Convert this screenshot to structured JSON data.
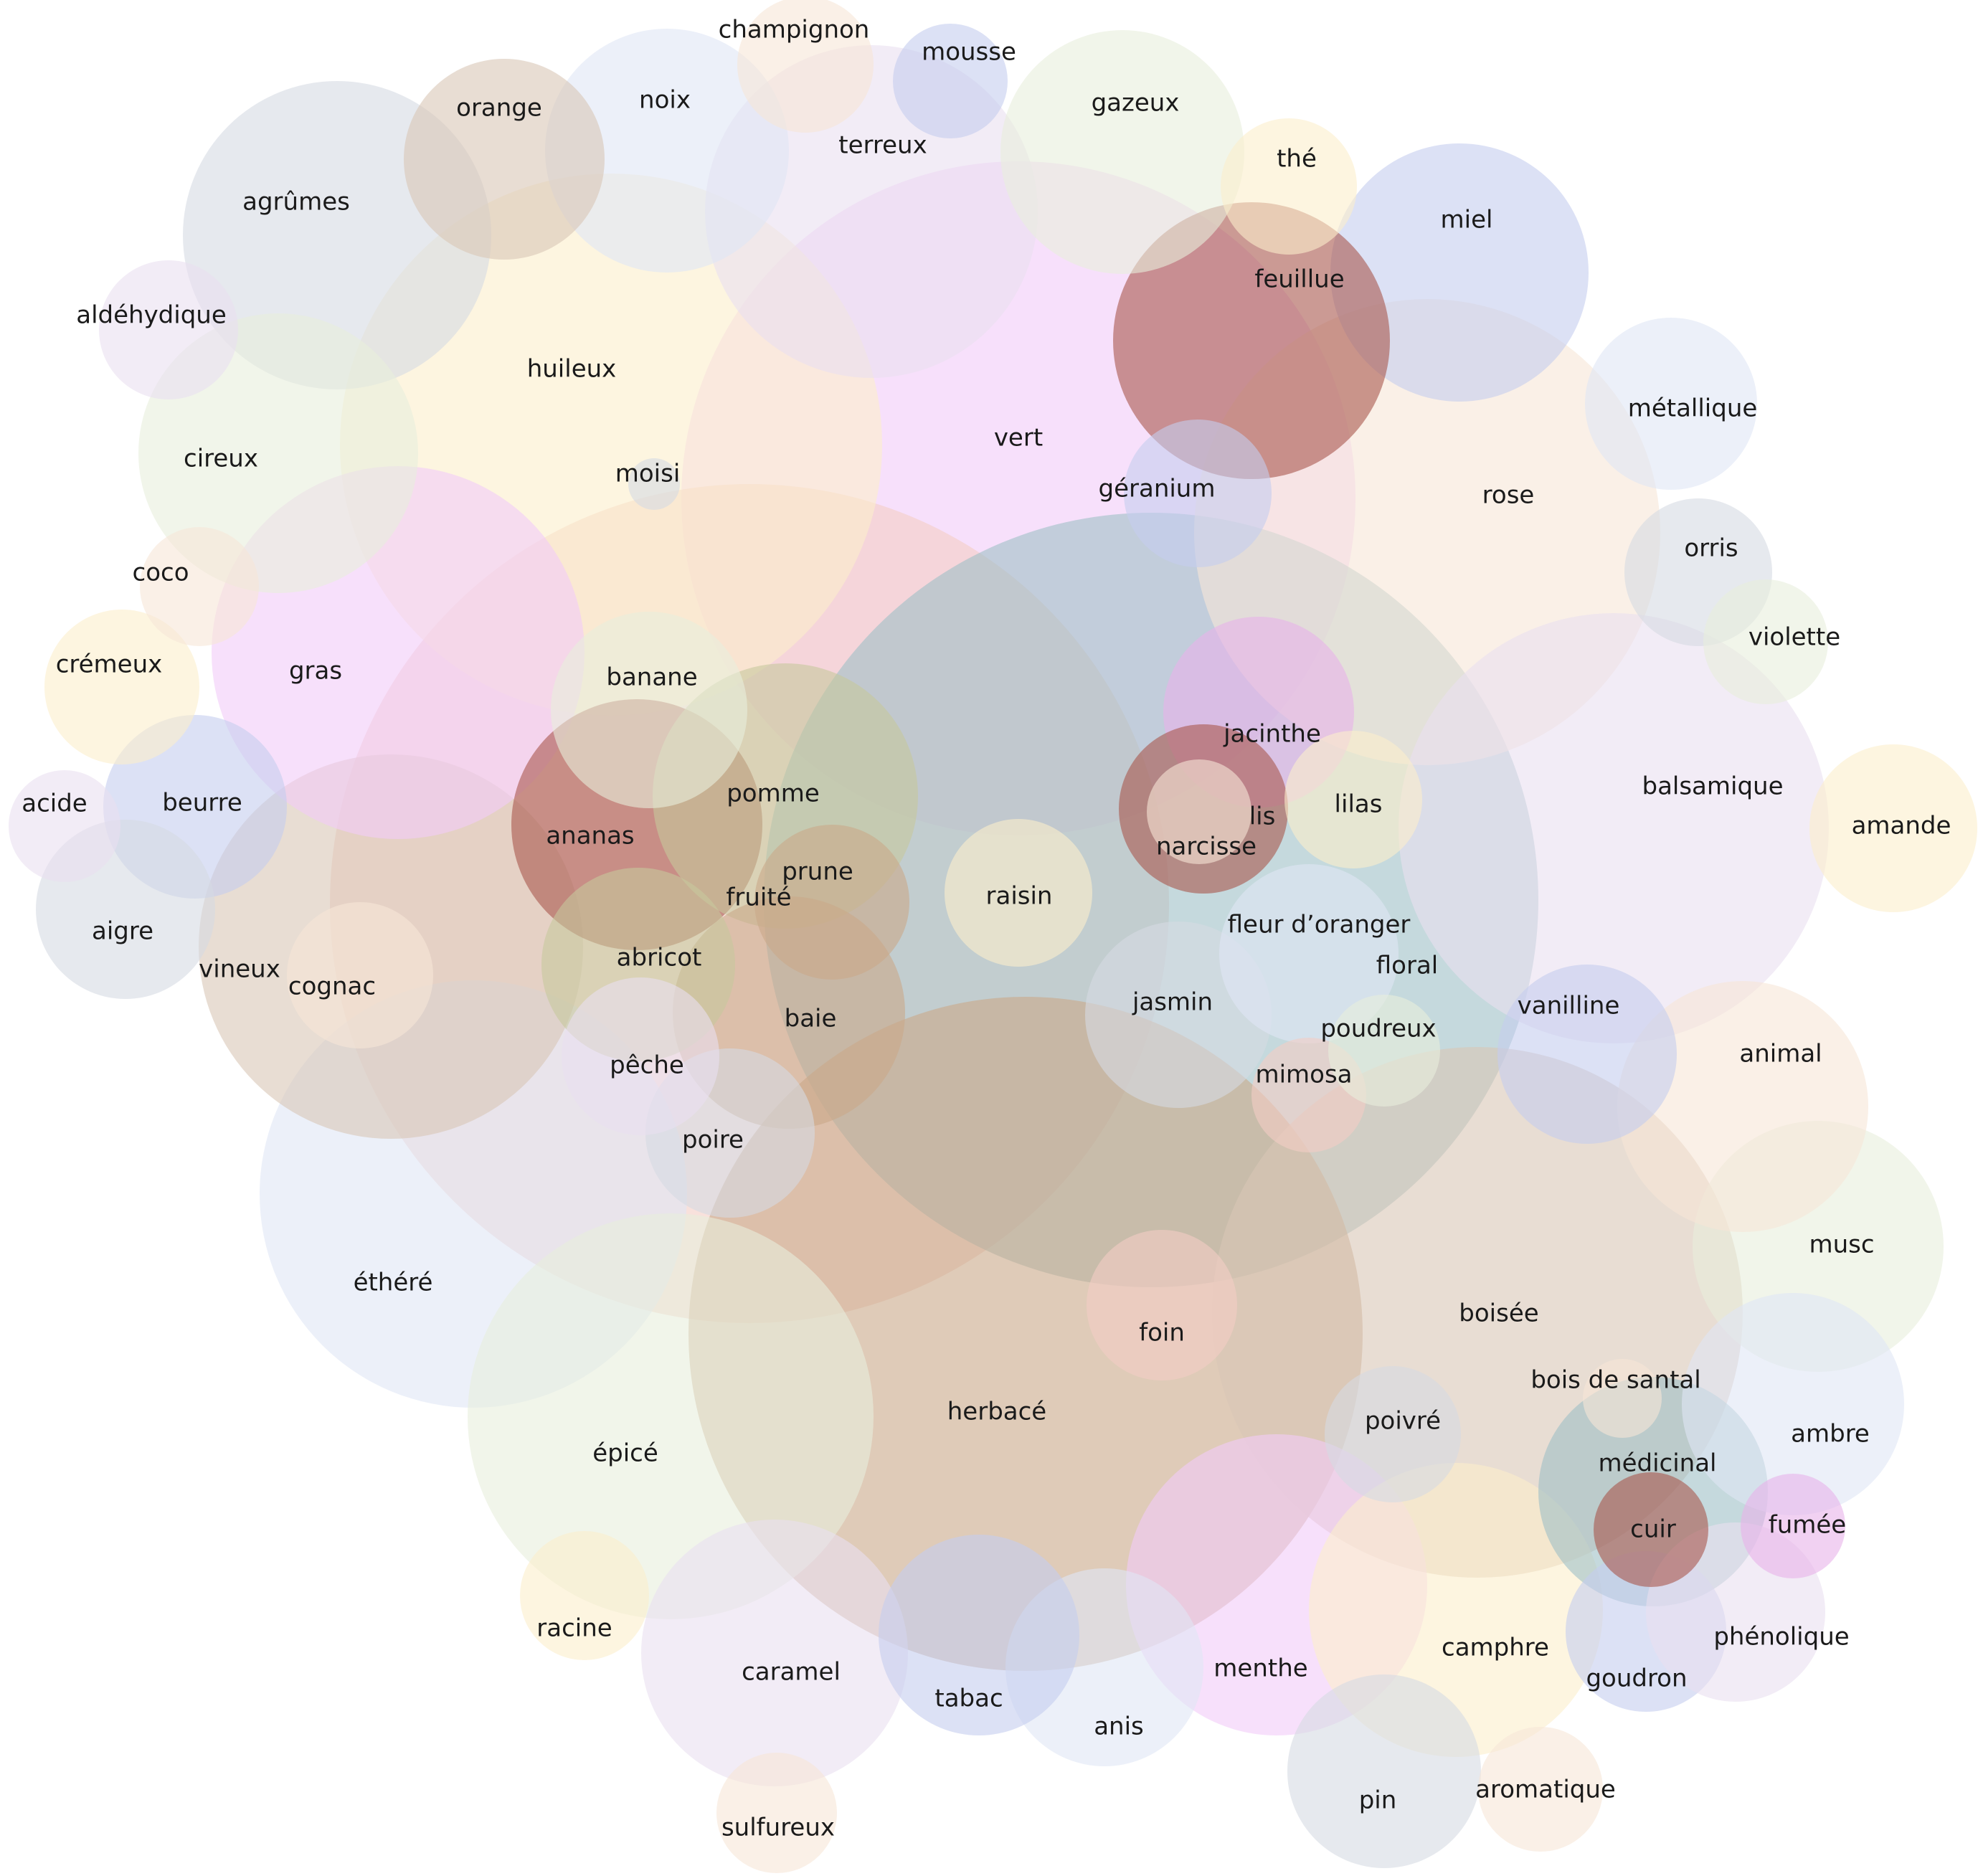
{
  "diagram": {
    "type": "bubble-cloud",
    "palette": {
      "pink": "#f2ccf9",
      "yellow": "#fbeecc",
      "sand": "#f6e6d7",
      "green": "#e7eedc",
      "blue": "#dfe6f5",
      "lavender": "#e9dff0",
      "grey": "#d6dbe3",
      "periwinkle": "#c5cdee",
      "salmon": "#f4cdc5",
      "taupe": "#d9c7b5",
      "brown": "#c9a889",
      "olive": "#c7c89c",
      "teal": "#9fbfc6",
      "rust": "#a8564c",
      "magenta": "#e7b3e9"
    },
    "bubbles": [
      {
        "label": "vert",
        "value": 0.17,
        "color": "pink"
      },
      {
        "label": "fruité",
        "value": 0.19,
        "color": "salmon"
      },
      {
        "label": "floral",
        "value": 0.18,
        "color": "teal"
      },
      {
        "label": "herbacé",
        "value": 0.17,
        "color": "brown"
      },
      {
        "label": "huileux",
        "value": 0.14,
        "color": "yellow"
      },
      {
        "label": "boisée",
        "value": 0.134,
        "color": "taupe"
      },
      {
        "label": "rose",
        "value": 0.12,
        "color": "sand"
      },
      {
        "label": "éthéré",
        "value": 0.108,
        "color": "blue"
      },
      {
        "label": "épicé",
        "value": 0.105,
        "color": "green"
      },
      {
        "label": "vineux",
        "value": 0.1,
        "color": "taupe"
      },
      {
        "label": "balsamique",
        "value": 0.11,
        "color": "lavender"
      },
      {
        "label": "terreux",
        "value": 0.085,
        "color": "lavender"
      },
      {
        "label": "agrûmes",
        "value": 0.08,
        "color": "grey"
      },
      {
        "label": "gras",
        "value": 0.095,
        "color": "pink"
      },
      {
        "label": "menthe",
        "value": 0.077,
        "color": "pink"
      },
      {
        "label": "camphre",
        "value": 0.075,
        "color": "yellow"
      },
      {
        "label": "cireux",
        "value": 0.072,
        "color": "green"
      },
      {
        "label": "caramel",
        "value": 0.068,
        "color": "lavender"
      },
      {
        "label": "miel",
        "value": 0.068,
        "color": "periwinkle"
      },
      {
        "label": "feuillue",
        "value": 0.07,
        "color": "rust"
      },
      {
        "label": "gazeux",
        "value": 0.062,
        "color": "green"
      },
      {
        "label": "musc",
        "value": 0.065,
        "color": "green"
      },
      {
        "label": "animal",
        "value": 0.065,
        "color": "sand"
      },
      {
        "label": "ananas",
        "value": 0.065,
        "color": "rust"
      },
      {
        "label": "pomme",
        "value": 0.07,
        "color": "olive"
      },
      {
        "label": "noix",
        "value": 0.062,
        "color": "blue"
      },
      {
        "label": "baie",
        "value": 0.06,
        "color": "brown"
      },
      {
        "label": "médicinal",
        "value": 0.058,
        "color": "teal"
      },
      {
        "label": "ambre",
        "value": 0.058,
        "color": "blue"
      },
      {
        "label": "anis",
        "value": 0.05,
        "color": "blue"
      },
      {
        "label": "tabac",
        "value": 0.05,
        "color": "periwinkle"
      },
      {
        "label": "pin",
        "value": 0.05,
        "color": "grey"
      },
      {
        "label": "jacinthe",
        "value": 0.05,
        "color": "magenta"
      },
      {
        "label": "orange",
        "value": 0.05,
        "color": "taupe"
      },
      {
        "label": "banane",
        "value": 0.05,
        "color": "green"
      },
      {
        "label": "abricot",
        "value": 0.05,
        "color": "olive"
      },
      {
        "label": "jasmin",
        "value": 0.048,
        "color": "grey"
      },
      {
        "label": "fleur d’oranger",
        "value": 0.047,
        "color": "blue"
      },
      {
        "label": "beurre",
        "value": 0.047,
        "color": "periwinkle"
      },
      {
        "label": "aigre",
        "value": 0.046,
        "color": "grey"
      },
      {
        "label": "narcisse",
        "value": 0.044,
        "color": "rust"
      },
      {
        "label": "poire",
        "value": 0.043,
        "color": "grey"
      },
      {
        "label": "pêche",
        "value": 0.04,
        "color": "lavender"
      },
      {
        "label": "vanilline",
        "value": 0.046,
        "color": "periwinkle"
      },
      {
        "label": "métallique",
        "value": 0.043,
        "color": "blue"
      },
      {
        "label": "crémeux",
        "value": 0.048,
        "color": "yellow"
      },
      {
        "label": "goudron",
        "value": 0.042,
        "color": "periwinkle"
      },
      {
        "label": "phénolique",
        "value": 0.045,
        "color": "lavender"
      },
      {
        "label": "amande",
        "value": 0.044,
        "color": "yellow"
      },
      {
        "label": "géranium",
        "value": 0.039,
        "color": "periwinkle"
      },
      {
        "label": "prune",
        "value": 0.04,
        "color": "brown"
      },
      {
        "label": "raisin",
        "value": 0.038,
        "color": "yellow"
      },
      {
        "label": "foin",
        "value": 0.042,
        "color": "salmon"
      },
      {
        "label": "orris",
        "value": 0.038,
        "color": "grey"
      },
      {
        "label": "cognac",
        "value": 0.037,
        "color": "sand"
      },
      {
        "label": "lilas",
        "value": 0.035,
        "color": "yellow"
      },
      {
        "label": "aldéhydique",
        "value": 0.034,
        "color": "lavender"
      },
      {
        "label": "poivré",
        "value": 0.034,
        "color": "grey"
      },
      {
        "label": "thé",
        "value": 0.034,
        "color": "yellow"
      },
      {
        "label": "racine",
        "value": 0.032,
        "color": "yellow"
      },
      {
        "label": "aromatique",
        "value": 0.031,
        "color": "sand"
      },
      {
        "label": "violette",
        "value": 0.031,
        "color": "green"
      },
      {
        "label": "sulfureux",
        "value": 0.03,
        "color": "sand"
      },
      {
        "label": "cuir",
        "value": 0.029,
        "color": "rust"
      },
      {
        "label": "mousse",
        "value": 0.029,
        "color": "periwinkle"
      },
      {
        "label": "acide",
        "value": 0.028,
        "color": "lavender"
      },
      {
        "label": "coco",
        "value": 0.031,
        "color": "sand"
      },
      {
        "label": "mimosa",
        "value": 0.028,
        "color": "salmon"
      },
      {
        "label": "poudreux",
        "value": 0.028,
        "color": "green"
      },
      {
        "label": "fumée",
        "value": 0.027,
        "color": "magenta"
      },
      {
        "label": "lis",
        "value": 0.027,
        "color": "sand"
      },
      {
        "label": "champignon",
        "value": 0.035,
        "color": "sand"
      },
      {
        "label": "bois de santal",
        "value": 0.022,
        "color": "sand"
      },
      {
        "label": "moisi",
        "value": 0.013,
        "color": "grey"
      }
    ]
  }
}
